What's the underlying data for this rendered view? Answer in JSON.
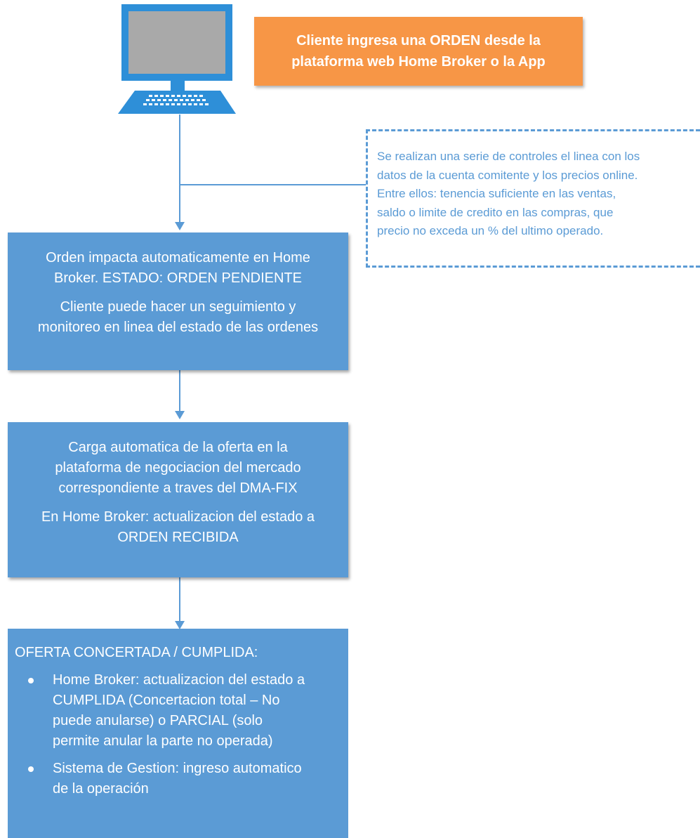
{
  "header_callout": {
    "lines": [
      "Cliente ingresa una ORDEN desde la",
      "plataforma web Home Broker o la App"
    ]
  },
  "note": {
    "lines": [
      "Se realizan una serie de controles el linea con los",
      "datos de la cuenta comitente y los precios online.",
      "Entre ellos: tenencia suficiente en las ventas,",
      "saldo o limite de credito en las compras, que",
      "precio no exceda un % del ultimo operado."
    ]
  },
  "step1": {
    "para1": [
      "Orden impacta automaticamente en Home",
      "Broker. ESTADO: ORDEN PENDIENTE"
    ],
    "para2": [
      "Cliente puede hacer un seguimiento y",
      "monitoreo en linea del estado de las ordenes"
    ]
  },
  "step2": {
    "para1": [
      "Carga automatica de la oferta en la",
      "plataforma de negociacion del mercado",
      "correspondiente a traves del DMA-FIX"
    ],
    "para2": [
      "En Home Broker: actualizacion del estado a",
      "ORDEN RECIBIDA"
    ]
  },
  "step3": {
    "heading": "OFERTA CONCERTADA / CUMPLIDA:",
    "bullets": [
      [
        "Home Broker: actualizacion del estado a",
        "CUMPLIDA (Concertacion total – No",
        "puede anularse) o PARCIAL (solo",
        "permite anular la parte no operada)"
      ],
      [
        "Sistema de Gestion: ingreso automatico",
        "de la operación"
      ]
    ]
  },
  "colors": {
    "box_blue": "#5b9bd5",
    "callout_orange": "#f79646",
    "computer_blue": "#2e8fd8",
    "line_blue": "#5b9bd5"
  },
  "icons": [
    "computer-icon"
  ]
}
